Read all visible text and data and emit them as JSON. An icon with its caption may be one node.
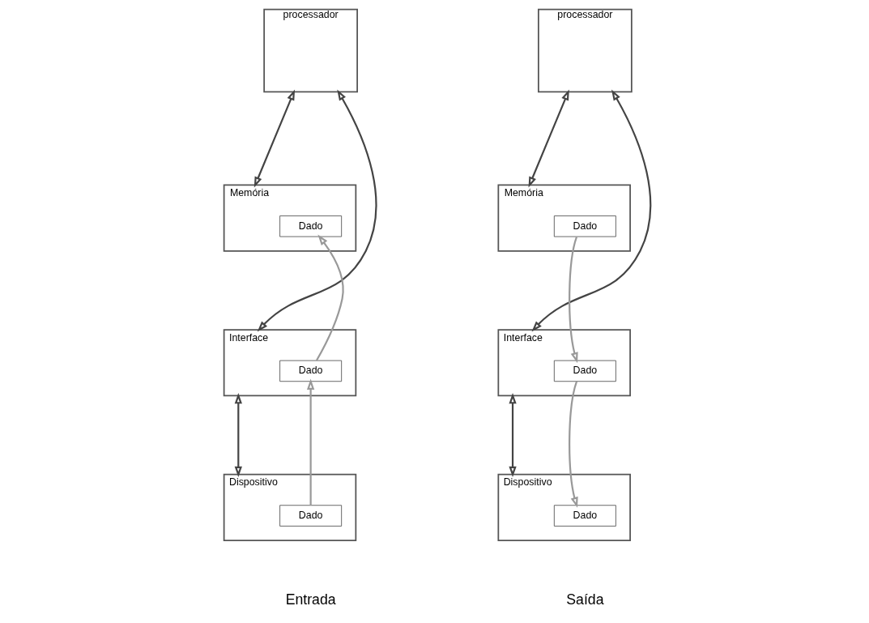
{
  "diagram": {
    "nodes": [
      {
        "text": [
          "processador"
        ]
      },
      {
        "text": [
          "Memória"
        ]
      },
      {
        "text": [
          "Dado"
        ],
        "in": 1
      },
      {
        "text": [
          "Interface"
        ]
      },
      {
        "text": [
          "Dado"
        ],
        "in": 3
      },
      {
        "text": [
          "Dispositivo"
        ]
      },
      {
        "text": [
          "Dado"
        ],
        "in": 5
      },
      {
        "text": [
          "processador"
        ]
      },
      {
        "text": [
          "Memória"
        ]
      },
      {
        "text": [
          "Dado"
        ],
        "in": 8
      },
      {
        "text": [
          "Interface"
        ]
      },
      {
        "text": [
          "Dado"
        ],
        "in": 10
      },
      {
        "text": [
          "Dispositivo"
        ]
      },
      {
        "text": [
          "Dado"
        ],
        "in": 12
      }
    ],
    "edges": [
      {
        "from": 0,
        "to": 1,
        "arrow": "both"
      },
      {
        "from": 0,
        "to": 3,
        "arrow": "both"
      },
      {
        "from": 3,
        "to": 5,
        "arrow": "both"
      },
      {
        "from": 6,
        "to": 4,
        "arrow": "to",
        "color": "#999999"
      },
      {
        "from": 4,
        "to": 2,
        "arrow": "to",
        "color": "#999999"
      },
      {
        "from": 7,
        "to": 8,
        "arrow": "both"
      },
      {
        "from": 7,
        "to": 10,
        "arrow": "both"
      },
      {
        "from": 10,
        "to": 12,
        "arrow": "both"
      },
      {
        "from": 9,
        "to": 11,
        "arrow": "to",
        "color": "#999999"
      },
      {
        "from": 11,
        "to": 13,
        "arrow": "to",
        "color": "#999999"
      }
    ],
    "labels": [
      "Entrada",
      "Saída"
    ]
  }
}
